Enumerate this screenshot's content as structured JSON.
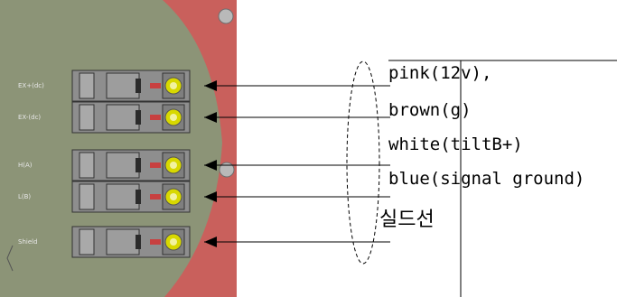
{
  "terminal_labels": [
    "EX+(dc)",
    "EX-(dc)",
    "H(A)",
    "L(B)",
    "Shield"
  ],
  "wire_labels": [
    "pink(12v),",
    "brown(g)",
    "white(tiltB+)",
    "blue(signal ground)",
    "실드선"
  ],
  "colors": {
    "board_bg": "#8c9477",
    "housing": "#c9605c",
    "terminal_block": "#8e8e8e",
    "screw_head": "#d8d800",
    "line": "#000000"
  }
}
